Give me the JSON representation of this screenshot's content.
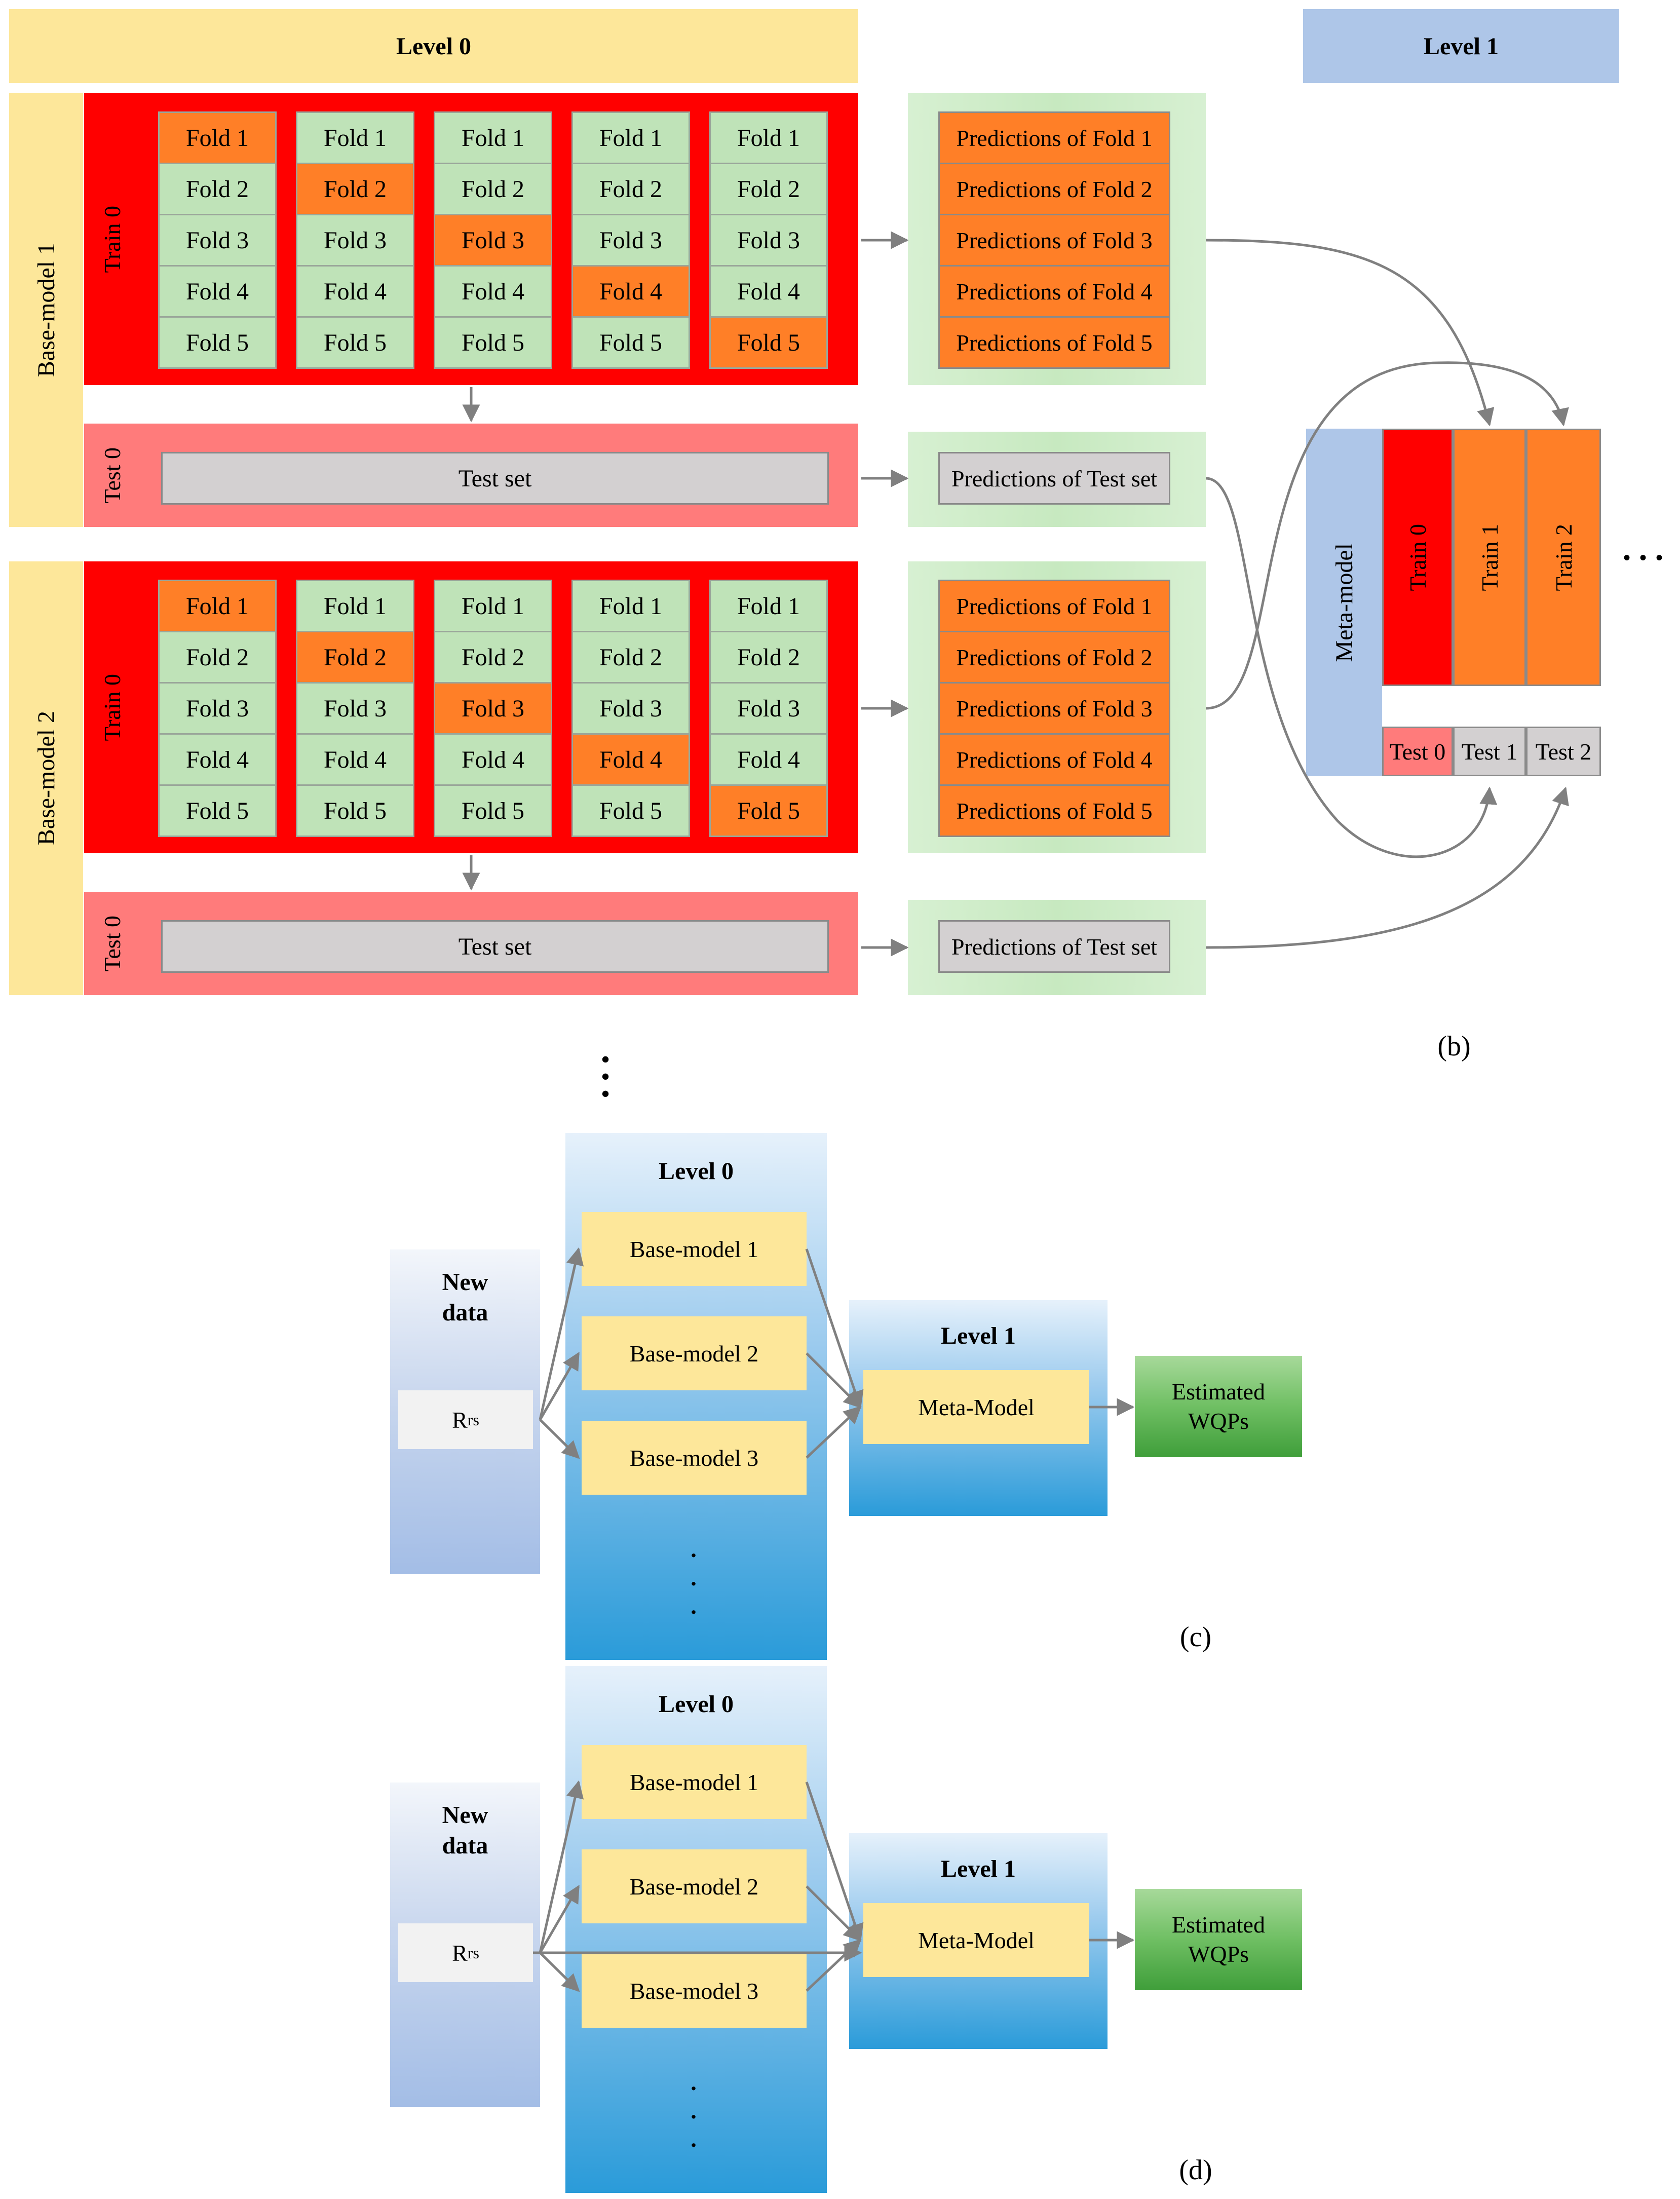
{
  "panel_b": {
    "level0_label": "Level 0",
    "level1_label": "Level 1",
    "base_models": [
      {
        "name": "Base-model 1",
        "train_label": "Train 0",
        "test_label": "Test 0",
        "test_set_label": "Test set",
        "pred_test_label": "Predictions of Test set",
        "folds": [
          "Fold 1",
          "Fold 2",
          "Fold 3",
          "Fold 4",
          "Fold 5"
        ],
        "predictions": [
          "Predictions of Fold 1",
          "Predictions of Fold 2",
          "Predictions of Fold 3",
          "Predictions of Fold 4",
          "Predictions of Fold 5"
        ]
      },
      {
        "name": "Base-model 2",
        "train_label": "Train 0",
        "test_label": "Test 0",
        "test_set_label": "Test set",
        "pred_test_label": "Predictions of Test set",
        "folds": [
          "Fold 1",
          "Fold 2",
          "Fold 3",
          "Fold 4",
          "Fold 5"
        ],
        "predictions": [
          "Predictions of Fold 1",
          "Predictions of Fold 2",
          "Predictions of Fold 3",
          "Predictions of Fold 4",
          "Predictions of Fold 5"
        ]
      }
    ],
    "meta": {
      "label": "Meta-model",
      "train_cols": [
        "Train 0",
        "Train 1",
        "Train 2"
      ],
      "test_cols": [
        "Test 0",
        "Test 1",
        "Test 2"
      ],
      "ellipsis": "• • •"
    },
    "caption": "(b)",
    "vertical_ellipsis": "•\n•\n•"
  },
  "panel_c": {
    "new_data_label": "New\ndata",
    "rrs_main": "R",
    "rrs_sub": "rs",
    "level0_label": "Level 0",
    "base_models": [
      "Base-model 1",
      "Base-model 2",
      "Base-model 3"
    ],
    "level1_label": "Level 1",
    "meta_label": "Meta-Model",
    "output_label": "Estimated\nWQPs",
    "dots": "·\n·\n·",
    "caption": "(c)"
  },
  "panel_d": {
    "new_data_label": "New\ndata",
    "rrs_main": "R",
    "rrs_sub": "rs",
    "level0_label": "Level 0",
    "base_models": [
      "Base-model 1",
      "Base-model 2",
      "Base-model 3"
    ],
    "level1_label": "Level 1",
    "meta_label": "Meta-Model",
    "output_label": "Estimated\nWQPs",
    "dots": "·\n·\n·",
    "caption": "(d)"
  },
  "colors": {
    "highlight_fold": "#ff7f27",
    "fold": "#bfe3b8",
    "train_bg": "#ff0000",
    "test_bg": "#ff7b7b",
    "level0": "#fde79a",
    "level1": "#aec6e8",
    "arrow": "#808080"
  }
}
